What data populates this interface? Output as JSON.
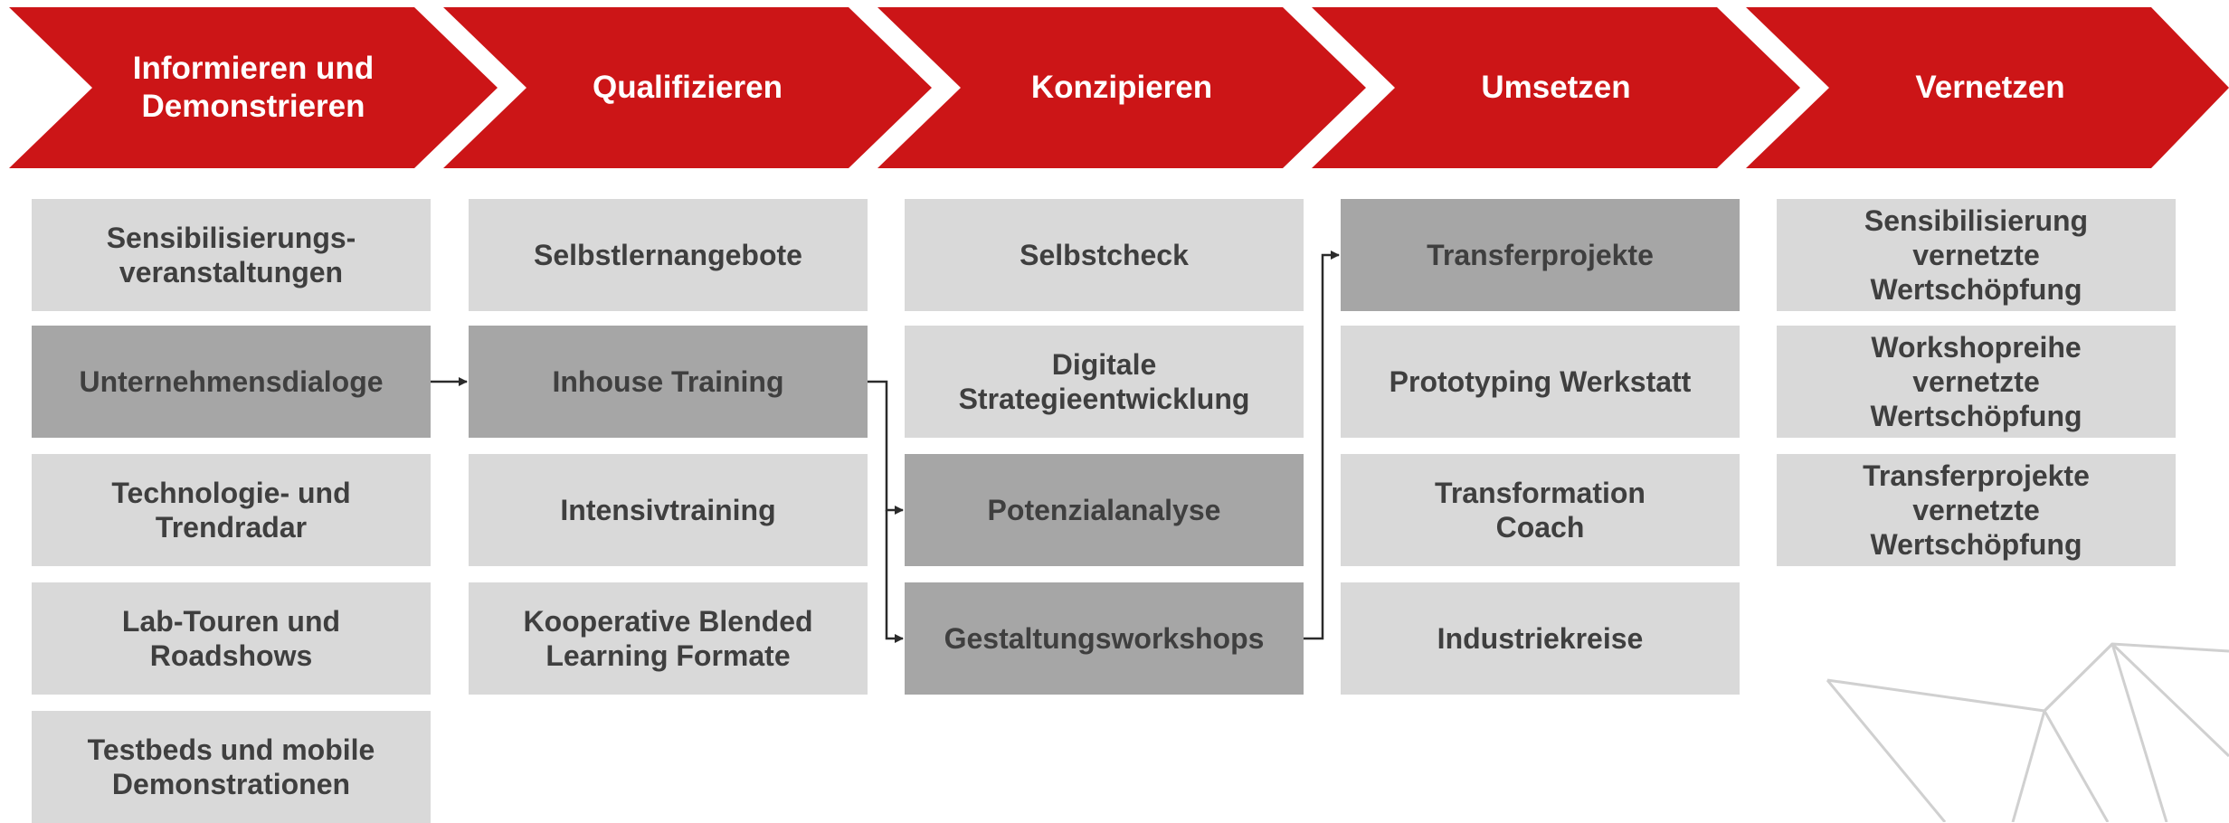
{
  "colors": {
    "phase_red": "#cc1517",
    "box_light": "#d9d9d9",
    "box_dark": "#a6a6a6",
    "box_text": "#3f3f3f",
    "phase_text": "#ffffff",
    "connector": "#2b2b2b",
    "decor_lines": "#d0d0d0"
  },
  "phases": [
    {
      "id": "informieren",
      "label": "Informieren und\nDemonstrieren",
      "items": [
        {
          "label": "Sensibilisierungs-\nveranstaltungen",
          "highlight": false
        },
        {
          "label": "Unternehmensdialoge",
          "highlight": true
        },
        {
          "label": "Technologie- und\nTrendradar",
          "highlight": false
        },
        {
          "label": "Lab-Touren und\nRoadshows",
          "highlight": false
        },
        {
          "label": "Testbeds und mobile\nDemonstrationen",
          "highlight": false
        }
      ]
    },
    {
      "id": "qualifizieren",
      "label": "Qualifizieren",
      "items": [
        {
          "label": "Selbstlernangebote",
          "highlight": false
        },
        {
          "label": "Inhouse Training",
          "highlight": true
        },
        {
          "label": "Intensivtraining",
          "highlight": false
        },
        {
          "label": "Kooperative Blended\nLearning Formate",
          "highlight": false
        }
      ]
    },
    {
      "id": "konzipieren",
      "label": "Konzipieren",
      "items": [
        {
          "label": "Selbstcheck",
          "highlight": false
        },
        {
          "label": "Digitale\nStrategieentwicklung",
          "highlight": false
        },
        {
          "label": "Potenzialanalyse",
          "highlight": true
        },
        {
          "label": "Gestaltungsworkshops",
          "highlight": true
        }
      ]
    },
    {
      "id": "umsetzen",
      "label": "Umsetzen",
      "items": [
        {
          "label": "Transferprojekte",
          "highlight": true
        },
        {
          "label": "Prototyping Werkstatt",
          "highlight": false
        },
        {
          "label": "Transformation\nCoach",
          "highlight": false
        },
        {
          "label": "Industriekreise",
          "highlight": false
        }
      ]
    },
    {
      "id": "vernetzen",
      "label": "Vernetzen",
      "items": [
        {
          "label": "Sensibilisierung\nvernetzte\nWertschöpfung",
          "highlight": false
        },
        {
          "label": "Workshopreihe\nvernetzte\nWertschöpfung",
          "highlight": false
        },
        {
          "label": "Transferprojekte\nvernetzte\nWertschöpfung",
          "highlight": false
        }
      ]
    }
  ],
  "connections": [
    {
      "from": [
        0,
        1
      ],
      "to": [
        1,
        1
      ]
    },
    {
      "from": [
        1,
        1
      ],
      "to": [
        2,
        2
      ]
    },
    {
      "from": [
        1,
        1
      ],
      "to": [
        2,
        3
      ]
    },
    {
      "from": [
        2,
        3
      ],
      "to": [
        3,
        0
      ]
    }
  ]
}
